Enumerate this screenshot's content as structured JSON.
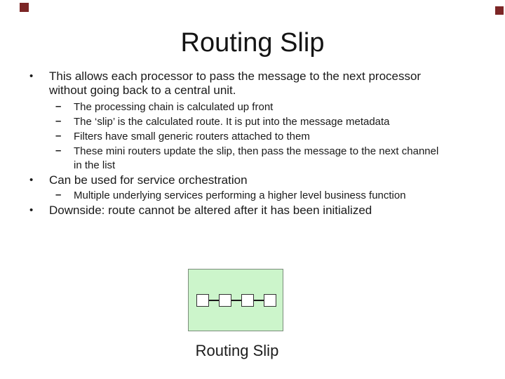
{
  "slide": {
    "title": "Routing Slip",
    "glyphs": {
      "level1": "•",
      "level2": "–"
    },
    "bullets": [
      {
        "level": 1,
        "lines": [
          "This allows each processor to pass the message to the next processor",
          "without going back to a central unit."
        ]
      },
      {
        "level": 2,
        "lines": [
          "The processing chain is calculated up front"
        ]
      },
      {
        "level": 2,
        "lines": [
          "The ‘slip’ is the calculated route. It is put into the message metadata"
        ]
      },
      {
        "level": 2,
        "lines": [
          "Filters have small generic routers attached to them"
        ]
      },
      {
        "level": 2,
        "lines": [
          "These mini routers update the slip, then pass the message to the next channel",
          "in the list"
        ]
      },
      {
        "level": 1,
        "lines": [
          "Can be used for service orchestration"
        ]
      },
      {
        "level": 2,
        "lines": [
          "Multiple underlying services performing a higher level business function"
        ]
      },
      {
        "level": 1,
        "lines": [
          "Downside: route cannot be altered after it has been initialized"
        ]
      }
    ],
    "diagram": {
      "caption": "Routing Slip",
      "node_count": 4,
      "box_fill_color": "#ccf5cb",
      "box_border_color": "#7a8d7a",
      "node_fill_color": "#ffffff",
      "node_border_color": "#333333",
      "connector_color": "#1a1a1a"
    },
    "corner_marker_color": "#7c2626"
  }
}
